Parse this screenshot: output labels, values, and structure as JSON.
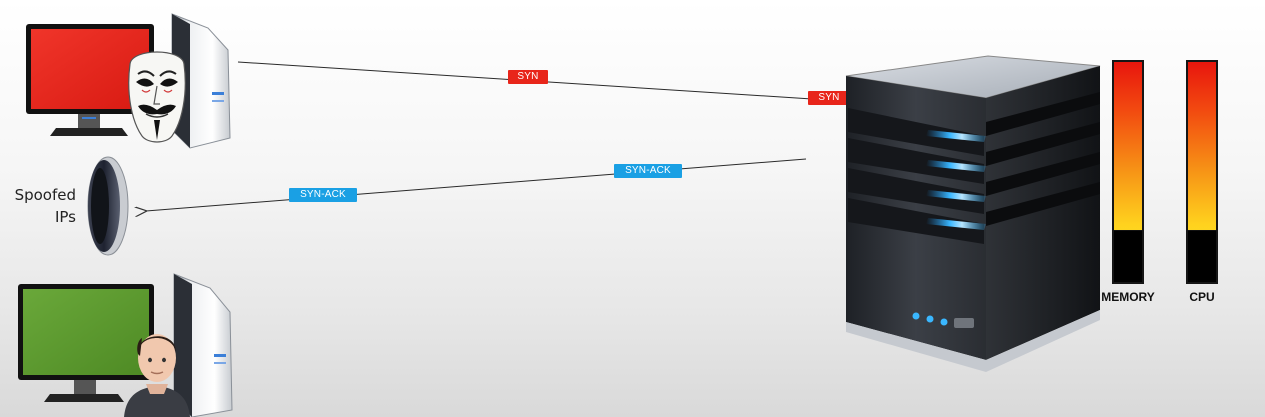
{
  "left": {
    "spoofed_label_line1": "Spoofed",
    "spoofed_label_line2": "IPs"
  },
  "packets": {
    "syn_1": "SYN",
    "syn_2": "SYN",
    "synack_1": "SYN-ACK",
    "synack_2": "SYN-ACK"
  },
  "meters": {
    "memory": {
      "label": "MEMORY",
      "level": 0.23
    },
    "cpu": {
      "label": "CPU",
      "level": 0.23
    }
  },
  "colors": {
    "syn": "#e8251a",
    "synack": "#1aa0e4",
    "attacker_screen": "#e8231c",
    "user_screen": "#5e9c2e",
    "server_led": "#3ab7ff"
  },
  "icons": {
    "attacker": "attacker-computer-icon",
    "mask": "anonymous-mask-icon",
    "spoof": "spoofed-ip-disc-icon",
    "user": "legit-user-computer-icon",
    "person": "person-icon",
    "server": "server-tower-icon"
  }
}
